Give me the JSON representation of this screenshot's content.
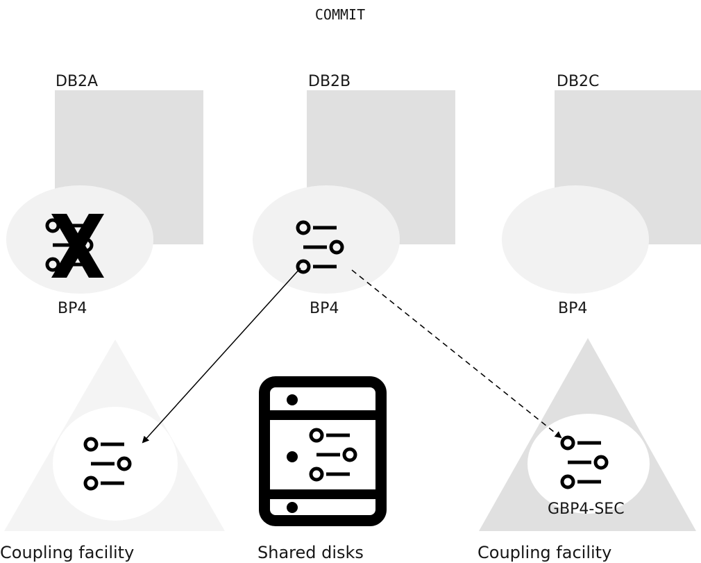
{
  "title": "COMMIT",
  "members": [
    {
      "name": "DB2A",
      "pool": "BP4"
    },
    {
      "name": "DB2B",
      "pool": "BP4"
    },
    {
      "name": "DB2C",
      "pool": "BP4"
    }
  ],
  "structures": {
    "cf_left_caption": "Coupling facility",
    "disks_caption": "Shared disks",
    "cf_right_caption": "Coupling facility",
    "gbp_secondary_label": "GBP4-SEC"
  },
  "icons": {
    "buffer_pool": "settings-adjust-icon",
    "crossed": "x-mark-icon",
    "storage": "data-base-server-icon"
  },
  "colors": {
    "system_box": "#e0e0e0",
    "pool_ellipse": "#f2f2f2",
    "cf_left": "#f4f4f4",
    "cf_right": "#e0e0e0",
    "ink": "#000000"
  }
}
